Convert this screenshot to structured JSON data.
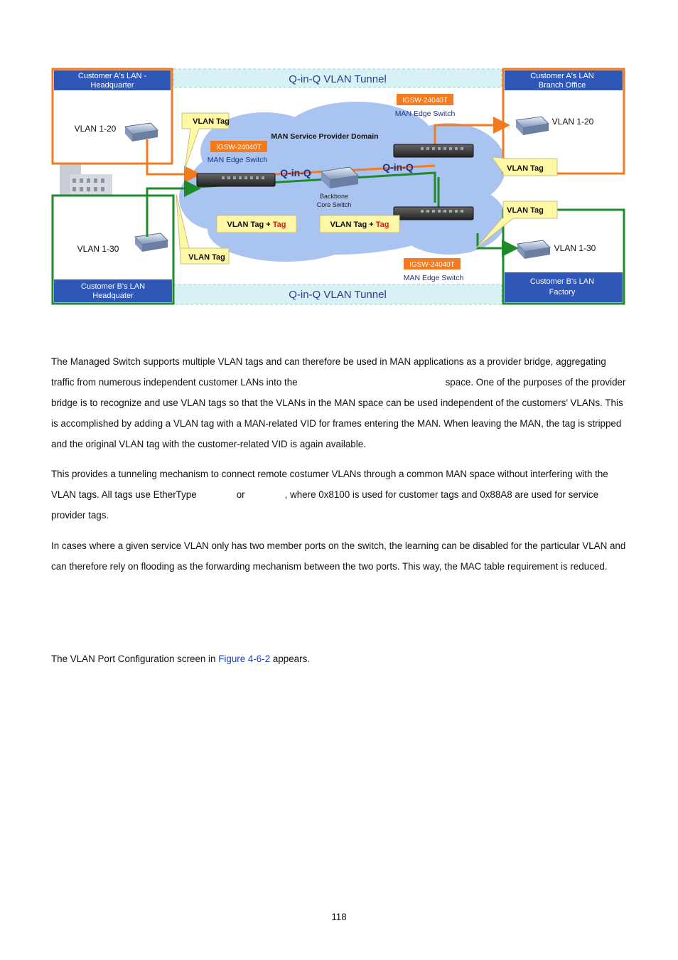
{
  "diagram": {
    "tunnel_label_top": "Q-in-Q VLAN Tunnel",
    "tunnel_label_bottom": "Q-in-Q VLAN Tunnel",
    "customer_a_hq_title_1": "Customer A's LAN  -",
    "customer_a_hq_title_2": "Headquarter",
    "customer_a_branch_title_1": "Customer A's LAN",
    "customer_a_branch_title_2": "Branch Office",
    "customer_b_hq_title_1": "Customer B's LAN",
    "customer_b_hq_title_2": "Headquater",
    "customer_b_factory_title_1": "Customer B's LAN",
    "customer_b_factory_title_2": "Factory",
    "vlan_a_hq": "VLAN 1-20",
    "vlan_a_branch": "VLAN 1-20",
    "vlan_b_hq": "VLAN 1-30",
    "vlan_b_factory": "VLAN 1-30",
    "vlan_tag_1": "VLAN Tag",
    "vlan_tag_2": "VLAN Tag",
    "vlan_tag_3": "VLAN Tag",
    "vlan_tag_4": "VLAN Tag",
    "vlan_tag_plus_left": "VLAN Tag + ",
    "tag_red_left": "Tag",
    "vlan_tag_plus_right": "VLAN Tag + ",
    "tag_red_right": "Tag",
    "model_1": "IGSW-24040T",
    "model_2": "IGSW-24040T",
    "model_3": "IGSW-24040T",
    "edge_switch_1": "MAN Edge Switch",
    "edge_switch_2": "MAN Edge Switch",
    "edge_switch_3": "MAN Edge Switch",
    "domain_label": "MAN Service Provider Domain",
    "qinq_left": "Q-in-Q",
    "qinq_right": "Q-in-Q",
    "backbone_1": "Backbone",
    "backbone_2": "Core Switch",
    "colors": {
      "orange": "#f47a20",
      "green": "#1f8a2a",
      "blue_header": "#2f57b8",
      "cloud": "#a9c4f0",
      "callout": "#fdf7a6",
      "tunnel_band": "#d8f1f5"
    }
  },
  "paragraph1": {
    "part1": "The Managed Switch supports multiple VLAN tags and can therefore be used in MAN applications as a provider bridge, aggregating traffic from numerous independent customer LANs into the",
    "part2": "space. One of the purposes of the provider bridge is to recognize and use VLAN tags so that the VLANs in the MAN space can be used independent of the customers’ VLANs. This is accomplished by adding a VLAN tag with a MAN-related VID for frames entering the MAN. When leaving the MAN, the tag is stripped and the original VLAN tag with the customer-related VID is again available."
  },
  "paragraph2": {
    "part1": "This provides a tunneling mechanism to connect remote costumer VLANs through a common MAN space without interfering with the VLAN tags. All tags use EtherType",
    "part2": "or",
    "part3": ", where 0x8100 is used for customer tags and 0x88A8 are used for service provider tags."
  },
  "paragraph3": "In cases where a given service VLAN only has two member ports on the switch, the learning can be disabled for the particular VLAN and can therefore rely on flooding as the forwarding mechanism between the two ports. This way, the MAC table requirement is reduced.",
  "paragraph4": {
    "part1": "The VLAN Port Configuration screen in",
    "link": "Figure 4-6-2",
    "part2": "appears."
  },
  "page_number": "118"
}
